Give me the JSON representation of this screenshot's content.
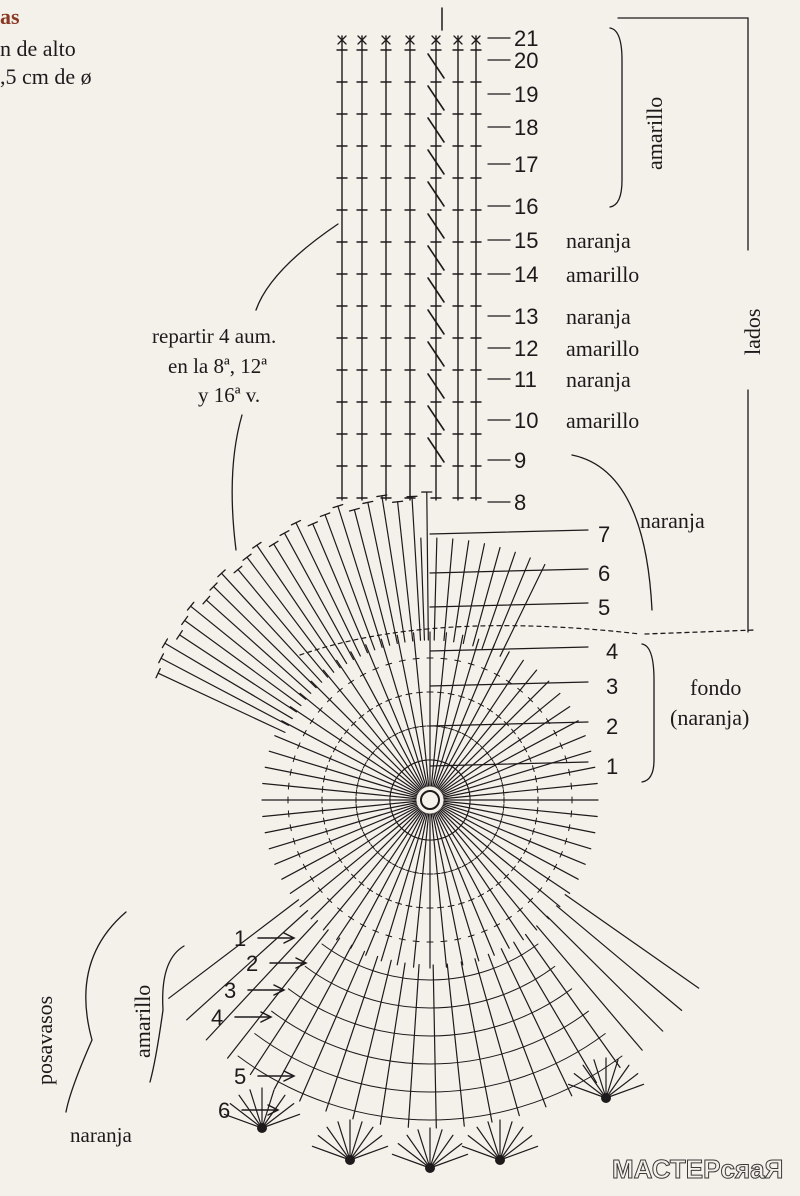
{
  "header": {
    "title": "as",
    "line1": "n de alto",
    "line2": ",5 cm de ø"
  },
  "rows_sides": [
    "21",
    "20",
    "19",
    "18",
    "17",
    "16",
    "15",
    "14",
    "13",
    "12",
    "11",
    "10",
    "9",
    "8"
  ],
  "rows_transition": [
    "7",
    "6",
    "5"
  ],
  "rows_base": [
    "4",
    "3",
    "2",
    "1"
  ],
  "rows_coaster": [
    "1",
    "2",
    "3",
    "4",
    "5",
    "6"
  ],
  "colors": {
    "15": "naranja",
    "14": "amarillo",
    "13": "naranja",
    "12": "amarillo",
    "11": "naranja",
    "10": "amarillo"
  },
  "labels": {
    "amarillo_top": "amarillo",
    "lados": "lados",
    "naranja_mid": "naranja",
    "fondo": "fondo",
    "fondo_sub": "(naranja)",
    "note_1": "repartir 4 aum.",
    "note_2": "en la 8ª, 12ª",
    "note_3": "y 16ª v.",
    "posavasos": "posavasos",
    "amarillo_coaster": "amarillo",
    "naranja_bottom": "naranja"
  },
  "watermark": "МАСТЕРсяаЯ",
  "theme": {
    "ink": "#1d1a1c",
    "paper": "#f4f0ea",
    "header_accent": "#8a3a24"
  }
}
